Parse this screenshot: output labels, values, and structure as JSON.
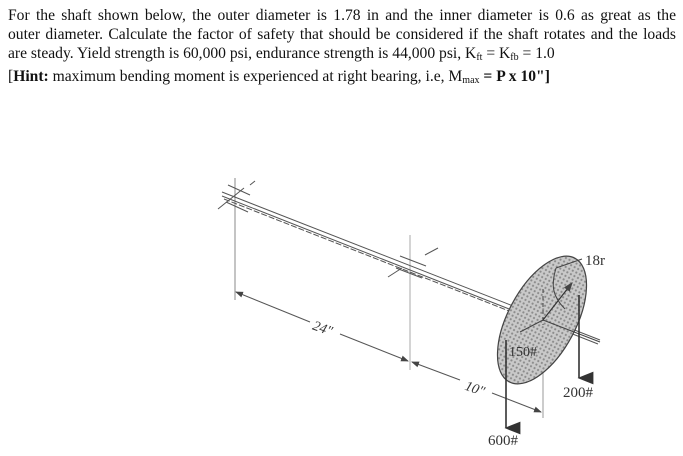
{
  "problem": {
    "lines": [
      "For the shaft shown below, the outer diameter is 1.78 in and the inner diameter is 0.6 as great as the",
      "outer diameter. Calculate the factor of safety that should be considered if the shaft rotates and the loads",
      "are steady. Yield strength is 60,000 psi, endurance strength is 44,000 psi, K",
      "[Hint: maximum bending moment is experienced at right bearing, i.e, M"
    ],
    "k_expression": {
      "k1": "K",
      "k1_sub": "ft",
      "eq1": " = K",
      "k2_sub": "fb",
      "eq2": "  = 1.0"
    },
    "hint": {
      "open": "[",
      "label": "Hint:",
      "text": " maximum bending moment is experienced at right bearing, i.e, M",
      "m_sub": "max",
      "formula": " = P x 10\"]"
    },
    "line3_prefix": "are steady. Yield strength is 60,000 psi, endurance strength is 44,000 psi, "
  },
  "figure": {
    "dimension_left": "24\"",
    "dimension_right": "10\"",
    "pulley_radius": "18r",
    "load_pulley_horizontal": "150#",
    "load_down_left": "600#",
    "load_down_right": "200#"
  }
}
